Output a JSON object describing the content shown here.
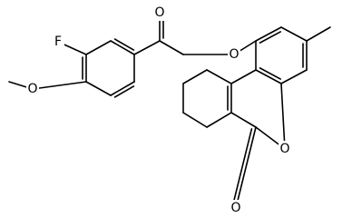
{
  "structure": {
    "atoms": [
      {
        "label": "F",
        "element": "fluorine"
      },
      {
        "label": "O",
        "element": "oxygen",
        "role": "methoxy"
      },
      {
        "label": "O",
        "element": "oxygen",
        "role": "ketone"
      },
      {
        "label": "O",
        "element": "oxygen",
        "role": "ether"
      },
      {
        "label": "O",
        "element": "oxygen",
        "role": "ring"
      },
      {
        "label": "O",
        "element": "oxygen",
        "role": "lactone-carbonyl"
      }
    ],
    "colors": {
      "bond": "#000000",
      "label": "#000000",
      "background": "#ffffff"
    }
  }
}
